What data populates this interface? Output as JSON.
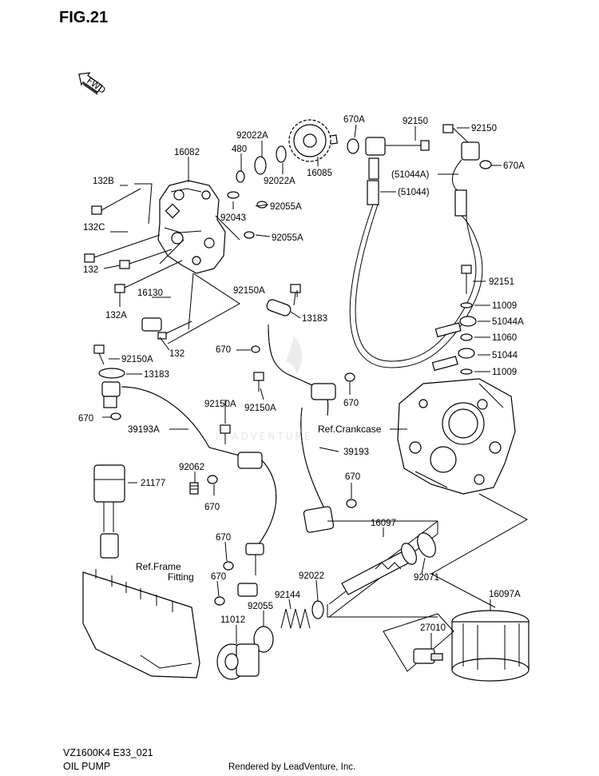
{
  "header": {
    "fig_title": "FIG.21",
    "fwd_label": "FWD"
  },
  "parts": [
    {
      "id": "p_16082",
      "label": "16082"
    },
    {
      "id": "p_480",
      "label": "480"
    },
    {
      "id": "p_92022A_top",
      "label": "92022A"
    },
    {
      "id": "p_92022A_bot",
      "label": "92022A"
    },
    {
      "id": "p_16085",
      "label": "16085"
    },
    {
      "id": "p_132B",
      "label": "132B"
    },
    {
      "id": "p_132C",
      "label": "132C"
    },
    {
      "id": "p_132",
      "label": "132"
    },
    {
      "id": "p_132A",
      "label": "132A"
    },
    {
      "id": "p_132b",
      "label": "132"
    },
    {
      "id": "p_16130",
      "label": "16130"
    },
    {
      "id": "p_92043",
      "label": "92043"
    },
    {
      "id": "p_92055A_a",
      "label": "92055A"
    },
    {
      "id": "p_92055A_b",
      "label": "92055A"
    },
    {
      "id": "p_670A_a",
      "label": "670A"
    },
    {
      "id": "p_92150_a",
      "label": "92150"
    },
    {
      "id": "p_92150_b",
      "label": "92150"
    },
    {
      "id": "p_670A_b",
      "label": "670A"
    },
    {
      "id": "p_51044A_p",
      "label": "(51044A)"
    },
    {
      "id": "p_51044_p",
      "label": "(51044)"
    },
    {
      "id": "p_92151",
      "label": "92151"
    },
    {
      "id": "p_11009_a",
      "label": "11009"
    },
    {
      "id": "p_51044A",
      "label": "51044A"
    },
    {
      "id": "p_11060",
      "label": "11060"
    },
    {
      "id": "p_51044",
      "label": "51044"
    },
    {
      "id": "p_11009_b",
      "label": "11009"
    },
    {
      "id": "p_92150A_a",
      "label": "92150A"
    },
    {
      "id": "p_13183_a",
      "label": "13183"
    },
    {
      "id": "p_670_a",
      "label": "670"
    },
    {
      "id": "p_92150A_b",
      "label": "92150A"
    },
    {
      "id": "p_13183_b",
      "label": "13183"
    },
    {
      "id": "p_670_b",
      "label": "670"
    },
    {
      "id": "p_92150A_c",
      "label": "92150A"
    },
    {
      "id": "p_92150A_d",
      "label": "92150A"
    },
    {
      "id": "p_670_c",
      "label": "670"
    },
    {
      "id": "p_39193A",
      "label": "39193A"
    },
    {
      "id": "p_39193",
      "label": "39193"
    },
    {
      "id": "p_92062",
      "label": "92062"
    },
    {
      "id": "p_670_d",
      "label": "670"
    },
    {
      "id": "p_670_e",
      "label": "670"
    },
    {
      "id": "p_21177",
      "label": "21177"
    },
    {
      "id": "p_670_f",
      "label": "670"
    },
    {
      "id": "p_670_g",
      "label": "670"
    },
    {
      "id": "p_16097",
      "label": "16097"
    },
    {
      "id": "p_92022",
      "label": "92022"
    },
    {
      "id": "p_92071",
      "label": "92071"
    },
    {
      "id": "p_92144",
      "label": "92144"
    },
    {
      "id": "p_92055",
      "label": "92055"
    },
    {
      "id": "p_11012",
      "label": "11012"
    },
    {
      "id": "p_16097A",
      "label": "16097A"
    },
    {
      "id": "p_27010",
      "label": "27010"
    }
  ],
  "references": {
    "crankcase": "Ref.Crankcase",
    "frame_fitting_line1": "Ref.Frame",
    "frame_fitting_line2": "Fitting"
  },
  "watermark": "LEADVENTURE",
  "footer": {
    "model_code": "VZ1600K4 E33_021",
    "section_name": "OIL PUMP",
    "credit": "Rendered by LeadVenture, Inc."
  }
}
